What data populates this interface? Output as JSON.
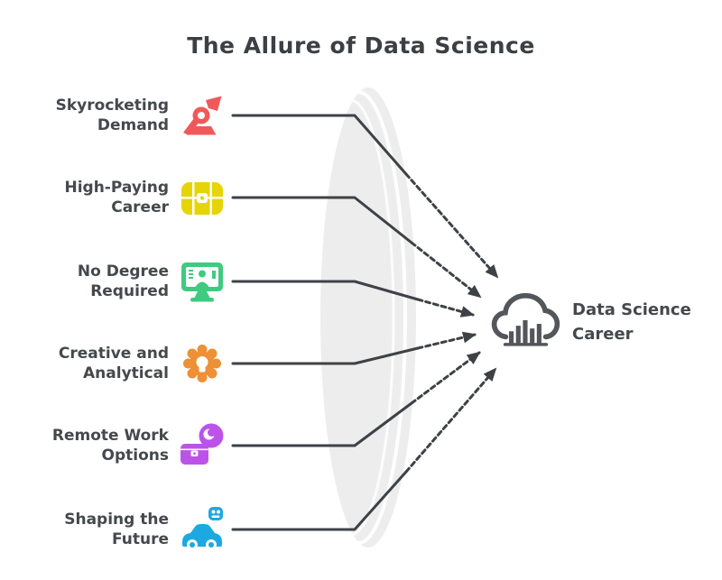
{
  "title": "The Allure of Data Science",
  "items": [
    {
      "label": "Skyrocketing\nDemand",
      "icon": "rocket-demand",
      "color": "#f0595a"
    },
    {
      "label": "High-Paying\nCareer",
      "icon": "briefcase-money",
      "color": "#e6d406"
    },
    {
      "label": "No Degree\nRequired",
      "icon": "monitor-graduate",
      "color": "#3ecb80"
    },
    {
      "label": "Creative and\nAnalytical",
      "icon": "gear-lightbulb",
      "color": "#ee9035"
    },
    {
      "label": "Remote Work\nOptions",
      "icon": "briefcase-globe",
      "color": "#bc53e8"
    },
    {
      "label": "Shaping the\nFuture",
      "icon": "smart-car",
      "color": "#1ca9e2"
    }
  ],
  "target": {
    "label": "Data Science\nCareer",
    "icon": "cloud-analytics",
    "color": "#53575c"
  },
  "colors": {
    "line": "#3e4247",
    "text": "#45484c",
    "title_text": "#3c4044",
    "lens_fill": "#ededed",
    "lens_highlight": "#ffffff",
    "background": "#ffffff"
  }
}
